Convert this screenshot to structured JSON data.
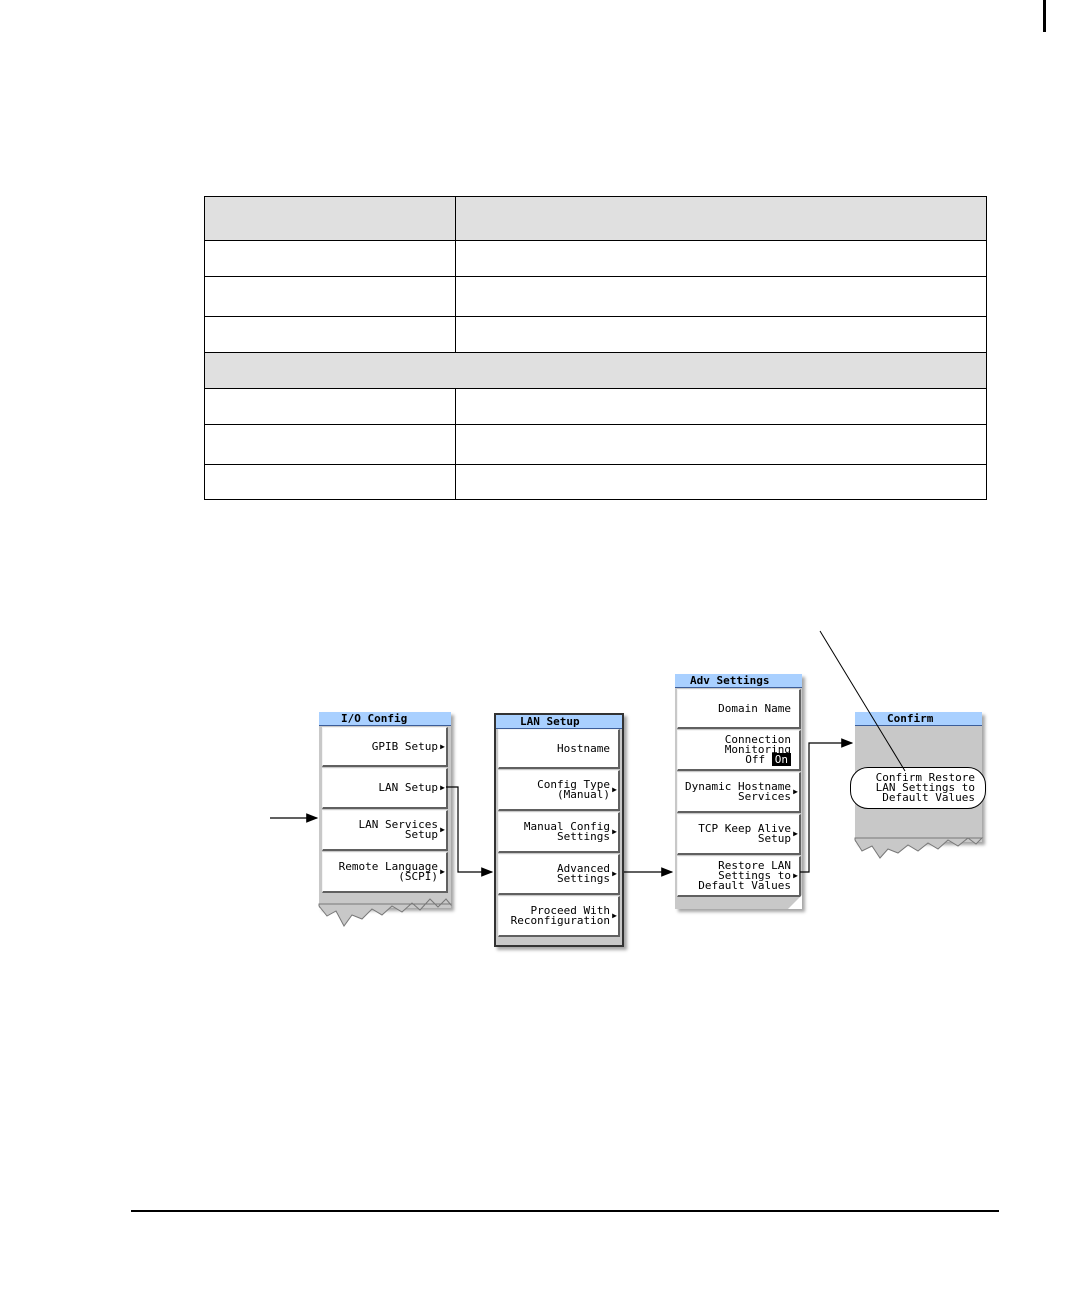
{
  "io_config": {
    "title": "I/O Config",
    "keys": {
      "gpib": "GPIB Setup",
      "lan": "LAN Setup",
      "lan_services": "LAN Services\nSetup",
      "remote_language": "Remote Language\n(SCPI)"
    }
  },
  "lan_setup": {
    "title": "LAN Setup",
    "keys": {
      "hostname": "Hostname",
      "config_type": "Config Type\n(Manual)",
      "manual_config": "Manual Config\nSettings",
      "advanced": "Advanced\nSettings",
      "proceed": "Proceed With\nReconfiguration"
    }
  },
  "adv_settings": {
    "title": "Adv Settings",
    "keys": {
      "domain_name": "Domain Name",
      "connection_monitoring": "Connection\nMonitoring",
      "connection_monitoring_off": "Off",
      "connection_monitoring_on": "On",
      "dynamic_hostname": "Dynamic Hostname\nServices",
      "tcp_keep_alive": "TCP Keep Alive\nSetup",
      "restore_lan": "Restore LAN\nSettings to\nDefault Values"
    }
  },
  "confirm": {
    "title": "Confirm",
    "keys": {
      "confirm_restore": "Confirm Restore\nLAN Settings to\nDefault Values"
    }
  },
  "colors": {
    "menu_title_bg": "#a9d0ff",
    "menu_bg": "#c8c8c8",
    "table_header_bg": "#e0e0e0"
  }
}
